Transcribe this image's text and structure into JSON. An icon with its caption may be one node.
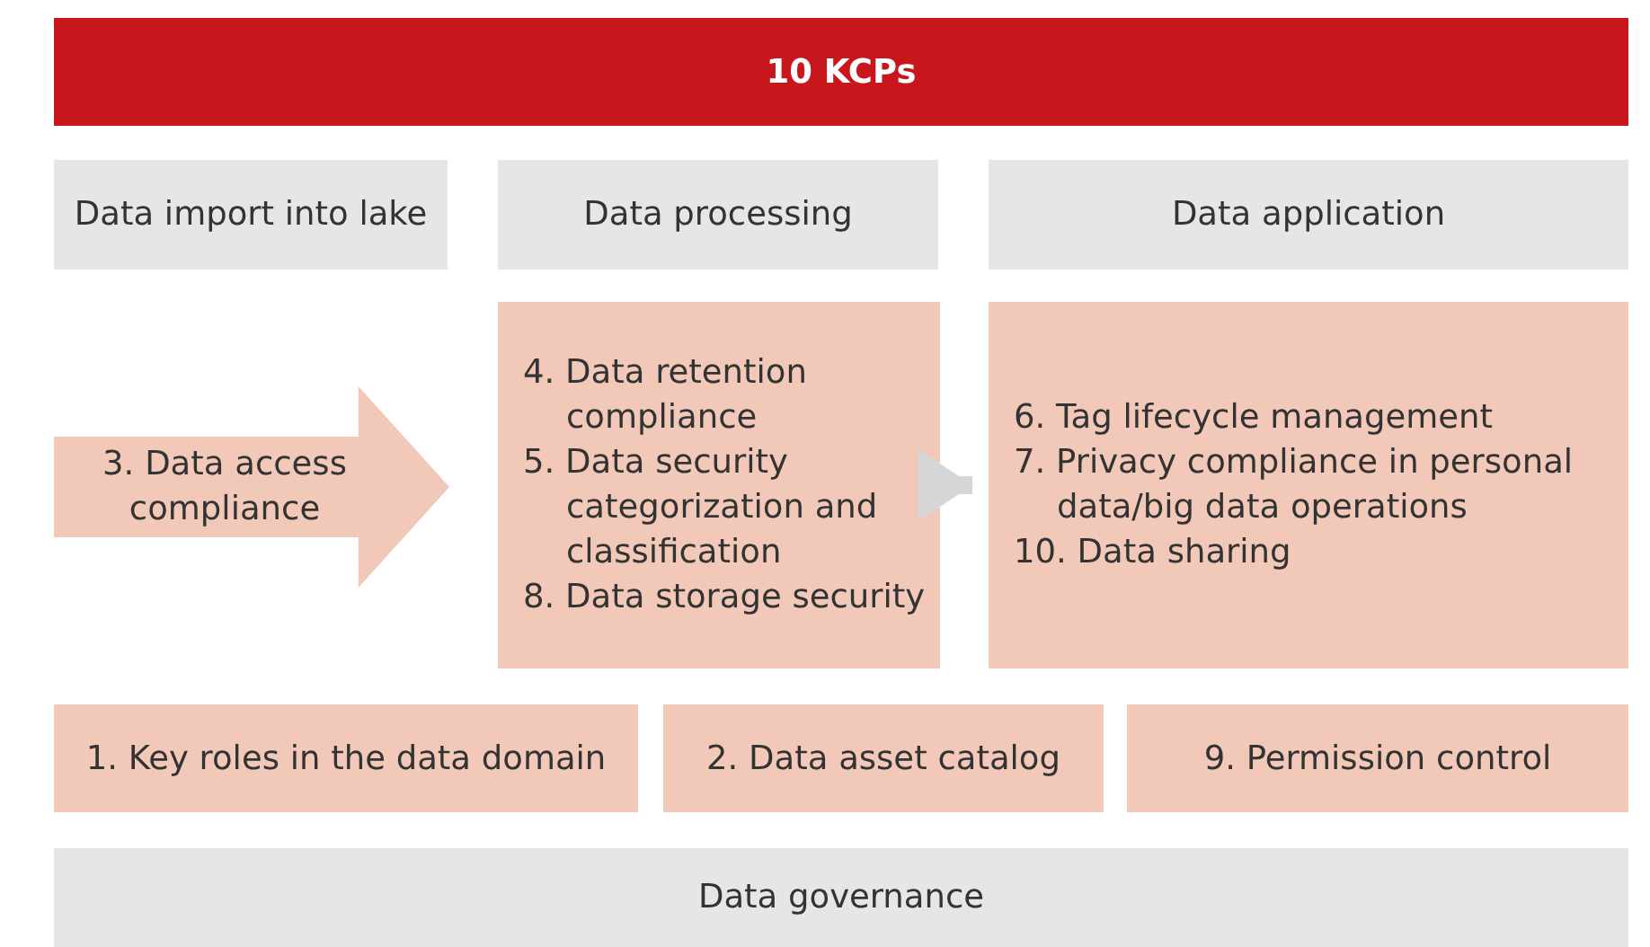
{
  "diagram": {
    "nodes": [
      {
        "text": [
          "10 KCPs"
        ]
      },
      {
        "text": [
          "Data import into lake"
        ]
      },
      {
        "text": [
          "Data processing"
        ]
      },
      {
        "text": [
          "Data application"
        ]
      },
      {
        "text": [
          "3. Data access compliance"
        ]
      },
      {
        "text": [
          "4. Data retention compliance",
          "5. Data security categorization and classification",
          "8. Data storage security"
        ]
      },
      {
        "text": [
          "6. Tag lifecycle management",
          "7. Privacy compliance in personal data/big data operations",
          "10. Data sharing"
        ]
      },
      {
        "text": [
          "1. Key roles in the data domain"
        ]
      },
      {
        "text": [
          "2. Data asset catalog"
        ]
      },
      {
        "text": [
          "9. Permission control"
        ]
      },
      {
        "text": [
          "Data governance"
        ]
      }
    ],
    "edges": [
      {
        "from": 5,
        "to": 6,
        "arrow": "to"
      }
    ]
  }
}
